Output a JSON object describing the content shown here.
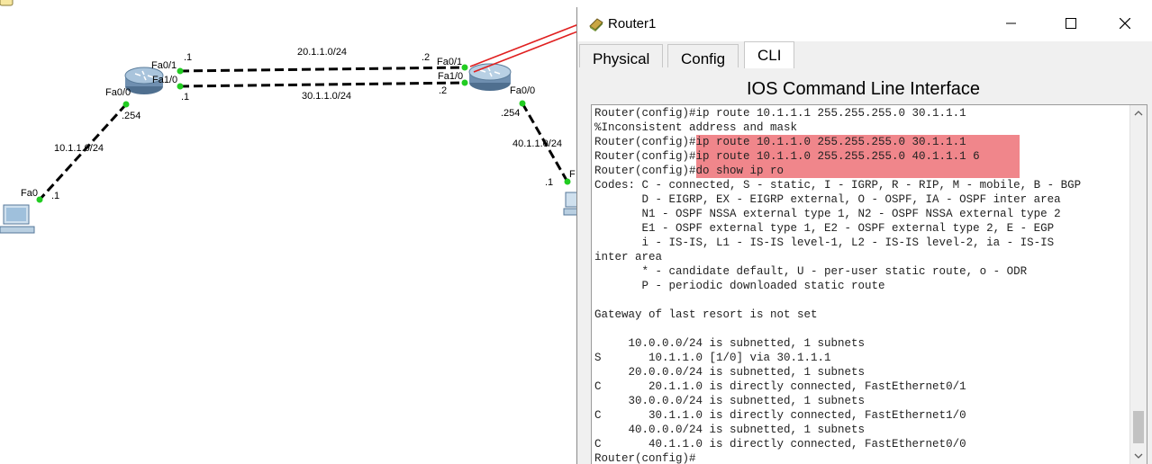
{
  "topology": {
    "router0_ports": {
      "fa0_1": "Fa0/1",
      "fa1_0": "Fa1/0",
      "fa0_0": "Fa0/0"
    },
    "router1_ports": {
      "fa0_1": "Fa0/1",
      "fa1_0": "Fa1/0",
      "fa0_0": "Fa0/0"
    },
    "pc0_port": "Fa0",
    "pc1_port": "F",
    "networks": {
      "net20": "20.1.1.0/24",
      "net30": "30.1.1.0/24",
      "net10": "10.1.1.0/24",
      "net40": "40.1.1.0/24"
    },
    "hosts": {
      "r0_fa01": ".1",
      "r0_fa10": ".1",
      "r0_fa00": ".254",
      "r1_fa01": ".2",
      "r1_fa10": ".2",
      "r1_fa00": ".254",
      "pc0": ".1",
      "pc1": ".1"
    }
  },
  "window": {
    "title": "Router1",
    "tabs": [
      "Physical",
      "Config",
      "CLI"
    ],
    "active_tab": "CLI",
    "heading": "IOS Command Line Interface"
  },
  "terminal": {
    "lines": [
      "Router(config)#ip route 10.1.1.1 255.255.255.0 30.1.1.1",
      "%Inconsistent address and mask",
      "Router(config)#ip route 10.1.1.0 255.255.255.0 30.1.1.1",
      "Router(config)#ip route 10.1.1.0 255.255.255.0 40.1.1.1 6",
      "Router(config)#do show ip ro",
      "Codes: C - connected, S - static, I - IGRP, R - RIP, M - mobile, B - BGP",
      "       D - EIGRP, EX - EIGRP external, O - OSPF, IA - OSPF inter area",
      "       N1 - OSPF NSSA external type 1, N2 - OSPF NSSA external type 2",
      "       E1 - OSPF external type 1, E2 - OSPF external type 2, E - EGP",
      "       i - IS-IS, L1 - IS-IS level-1, L2 - IS-IS level-2, ia - IS-IS",
      "inter area",
      "       * - candidate default, U - per-user static route, o - ODR",
      "       P - periodic downloaded static route",
      "",
      "Gateway of last resort is not set",
      "",
      "     10.0.0.0/24 is subnetted, 1 subnets",
      "S       10.1.1.0 [1/0] via 30.1.1.1",
      "     20.0.0.0/24 is subnetted, 1 subnets",
      "C       20.1.1.0 is directly connected, FastEthernet0/1",
      "     30.0.0.0/24 is subnetted, 1 subnets",
      "C       30.1.1.0 is directly connected, FastEthernet1/0",
      "     40.0.0.0/24 is subnetted, 1 subnets",
      "C       40.1.1.0 is directly connected, FastEthernet0/0",
      "Router(config)#"
    ],
    "highlighted_lines": [
      2,
      3,
      4
    ]
  },
  "colors": {
    "highlight": "#f0868b",
    "annotation_arrow": "#e02020",
    "link_up": "#22cc22"
  }
}
